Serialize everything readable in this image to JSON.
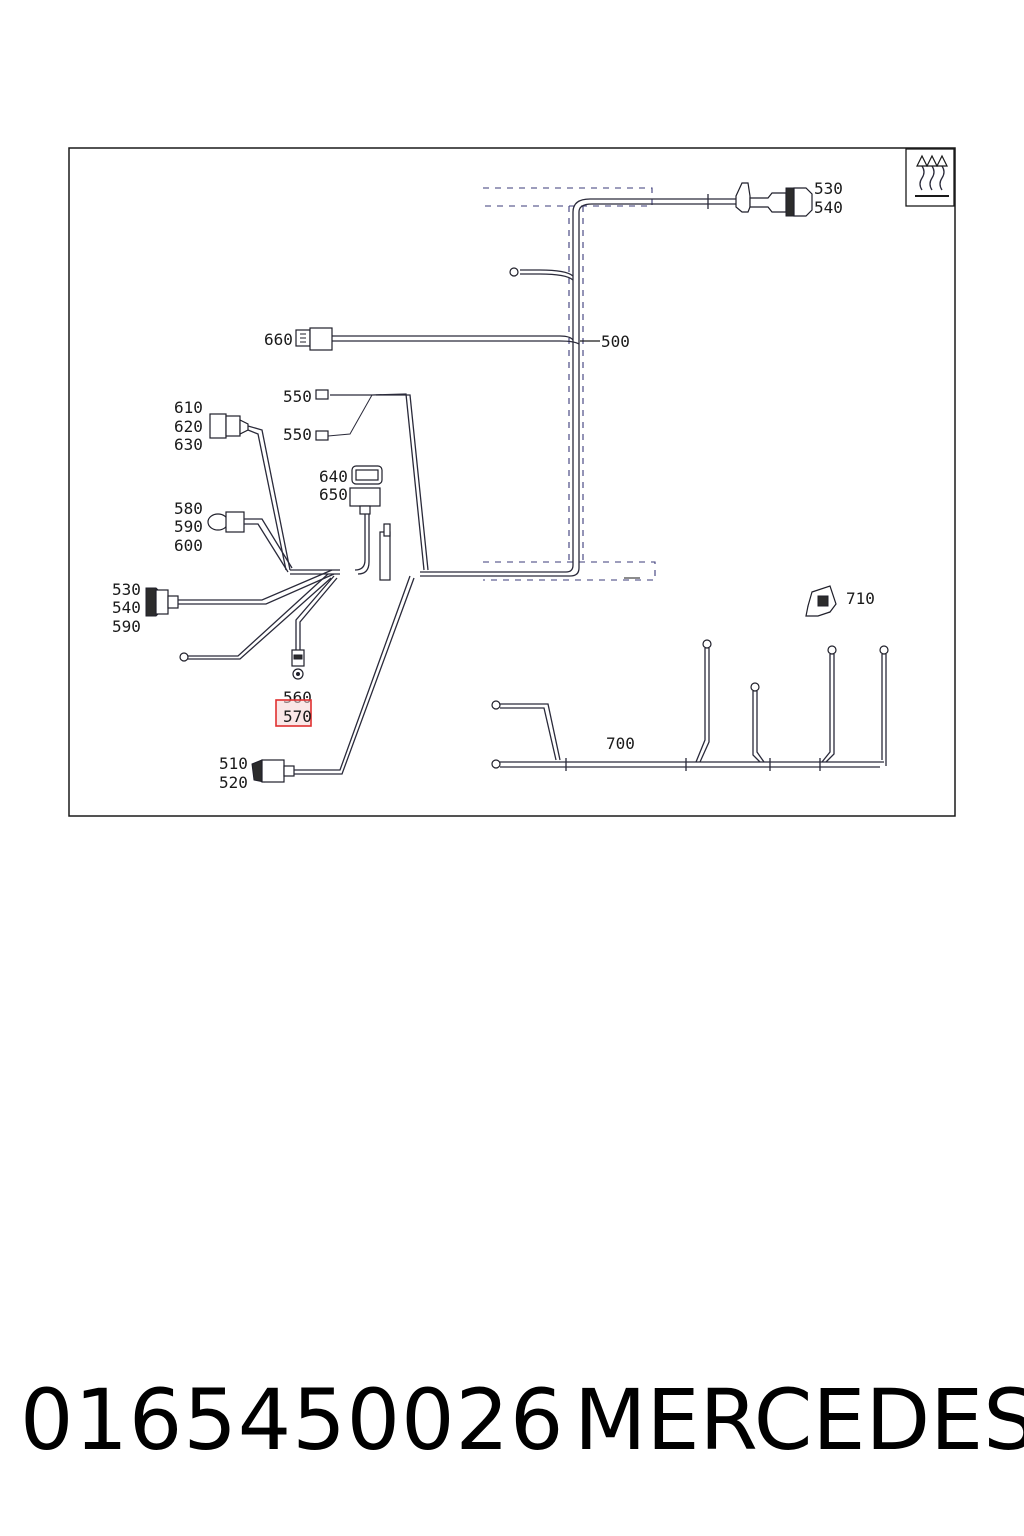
{
  "diagram": {
    "labels": {
      "l530a": "530",
      "l540a": "540",
      "l660": "660",
      "l500": "500",
      "l550a": "550",
      "l550b": "550",
      "l610": "610",
      "l620": "620",
      "l630": "630",
      "l640": "640",
      "l650": "650",
      "l580": "580",
      "l590a": "590",
      "l600": "600",
      "l530b": "530",
      "l540b": "540",
      "l590b": "590",
      "l710": "710",
      "l560": "560",
      "l570": "570",
      "l700": "700",
      "l510": "510",
      "l520": "520"
    },
    "highlight_color": "#e03030"
  },
  "footer": {
    "part_number": "0165450026",
    "brand": "MERCEDES"
  }
}
